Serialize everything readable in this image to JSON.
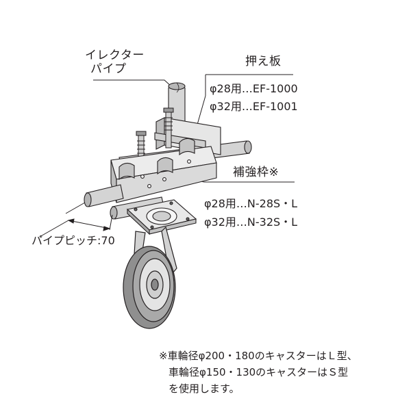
{
  "labels": {
    "erector_pipe_line1": "イレクター",
    "erector_pipe_line2": "パイプ",
    "pressure_plate": "押え板",
    "pp_28": "φ28用…EF-1000",
    "pp_32": "φ32用…EF-1001",
    "reinforcement_frame": "補強枠※",
    "rf_28": "φ28用…N-28S・L",
    "rf_32": "φ32用…N-32S・L",
    "pipe_pitch": "パイプピッチ:70"
  },
  "note": {
    "line1": "※車輪径φ200・180のキャスターはＬ型、",
    "line2": "車輪径φ150・130のキャスターはＳ型",
    "line3": "を使用します。"
  },
  "colors": {
    "line": "#231f20",
    "pipe_fill": "#cfcfcf",
    "metal_fill": "#e2e2e2",
    "dark_fill": "#8c8c8c"
  }
}
